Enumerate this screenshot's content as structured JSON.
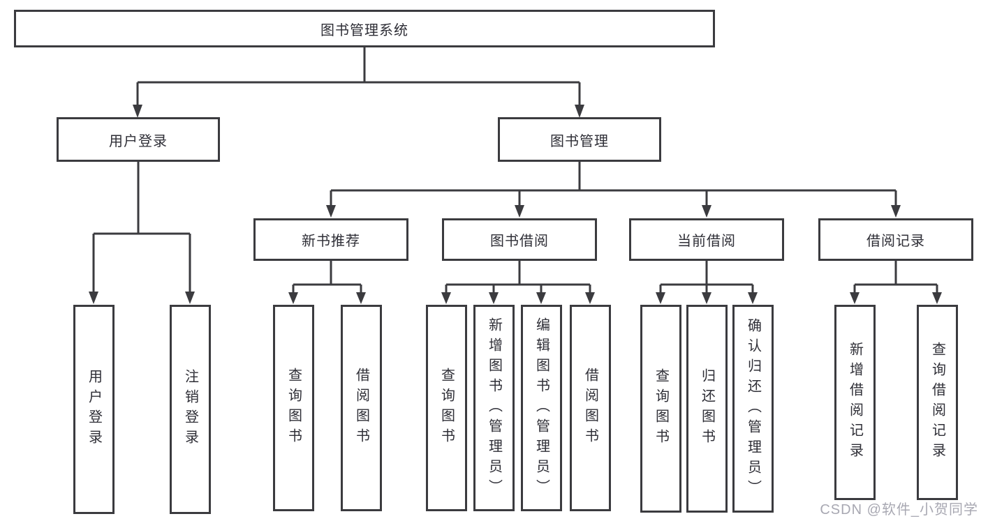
{
  "nodes": {
    "root": "图书管理系统",
    "user_login": "用户登录",
    "book_mgmt": "图书管理",
    "new_book_recommend": "新书推荐",
    "book_borrow": "图书借阅",
    "current_borrow": "当前借阅",
    "borrow_records": "借阅记录",
    "leaf_user_login": "用户登录",
    "leaf_logout": "注销登录",
    "leaf_rec_query_book": "查询图书",
    "leaf_rec_borrow_book": "借阅图书",
    "leaf_bb_query_book": "查询图书",
    "leaf_bb_add_book": "新增图书（管理员）",
    "leaf_bb_edit_book": "编辑图书（管理员）",
    "leaf_bb_borrow_book": "借阅图书",
    "leaf_cb_query_book": "查询图书",
    "leaf_cb_return_book": "归还图书",
    "leaf_cb_confirm_return": "确认归还（管理员）",
    "leaf_br_add_record": "新增借阅记录",
    "leaf_br_query_record": "查询借阅记录"
  },
  "watermark": "CSDN @软件_小贺同学",
  "colors": {
    "line": "#3b3b3f",
    "text": "#2e2e36",
    "watermark": "#a8a8b2",
    "background": "#ffffff"
  }
}
